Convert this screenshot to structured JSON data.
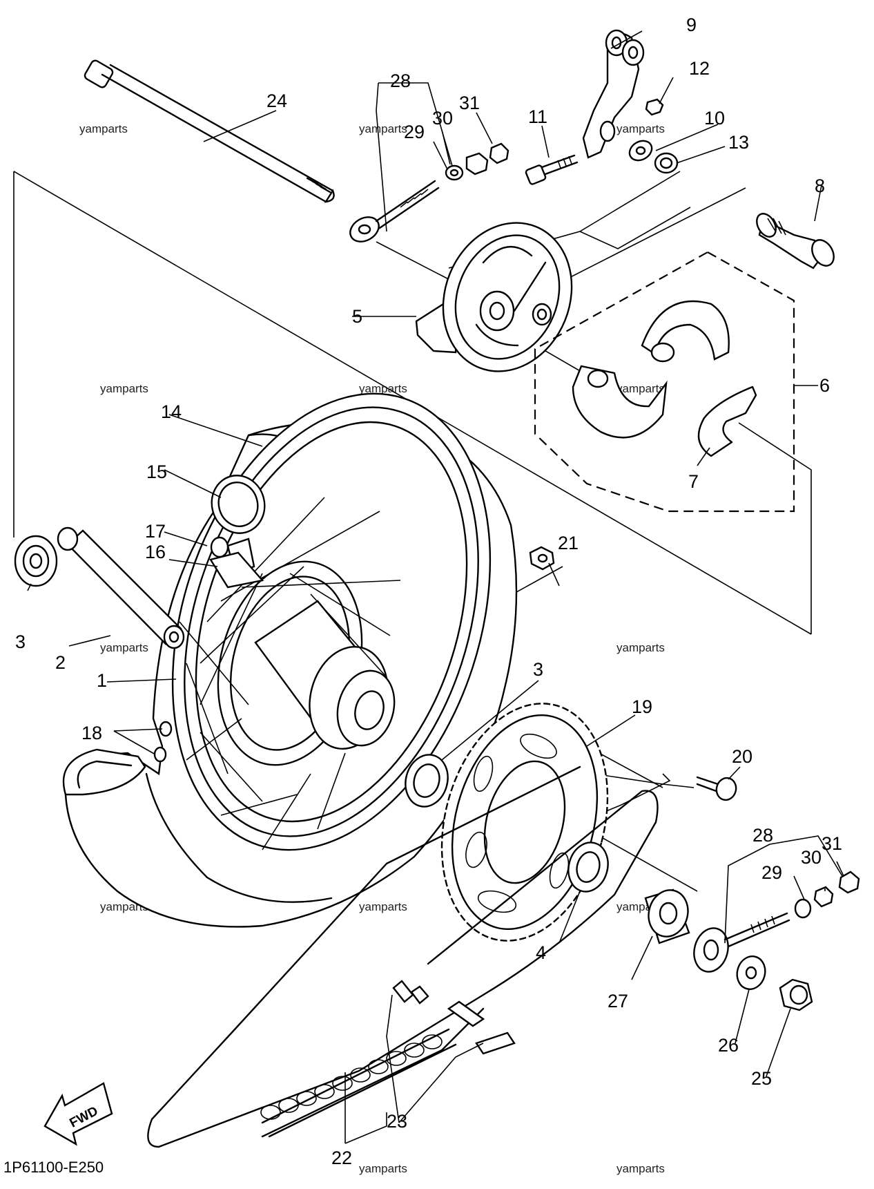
{
  "diagram": {
    "code": "1P61100-E250",
    "fwd_label": "FWD",
    "watermark": "yamparts",
    "callouts": {
      "c1": "1",
      "c2": "2",
      "c3a": "3",
      "c3b": "3",
      "c4": "4",
      "c5": "5",
      "c6": "6",
      "c7": "7",
      "c8": "8",
      "c9": "9",
      "c10": "10",
      "c11": "11",
      "c12": "12",
      "c13": "13",
      "c14": "14",
      "c15": "15",
      "c16": "16",
      "c17": "17",
      "c18": "18",
      "c19": "19",
      "c20": "20",
      "c21": "21",
      "c22": "22",
      "c23": "23",
      "c24": "24",
      "c25": "25",
      "c26": "26",
      "c27": "27",
      "c28a": "28",
      "c29a": "29",
      "c30a": "30",
      "c31a": "31",
      "c28b": "28",
      "c29b": "29",
      "c30b": "30",
      "c31b": "31"
    }
  }
}
